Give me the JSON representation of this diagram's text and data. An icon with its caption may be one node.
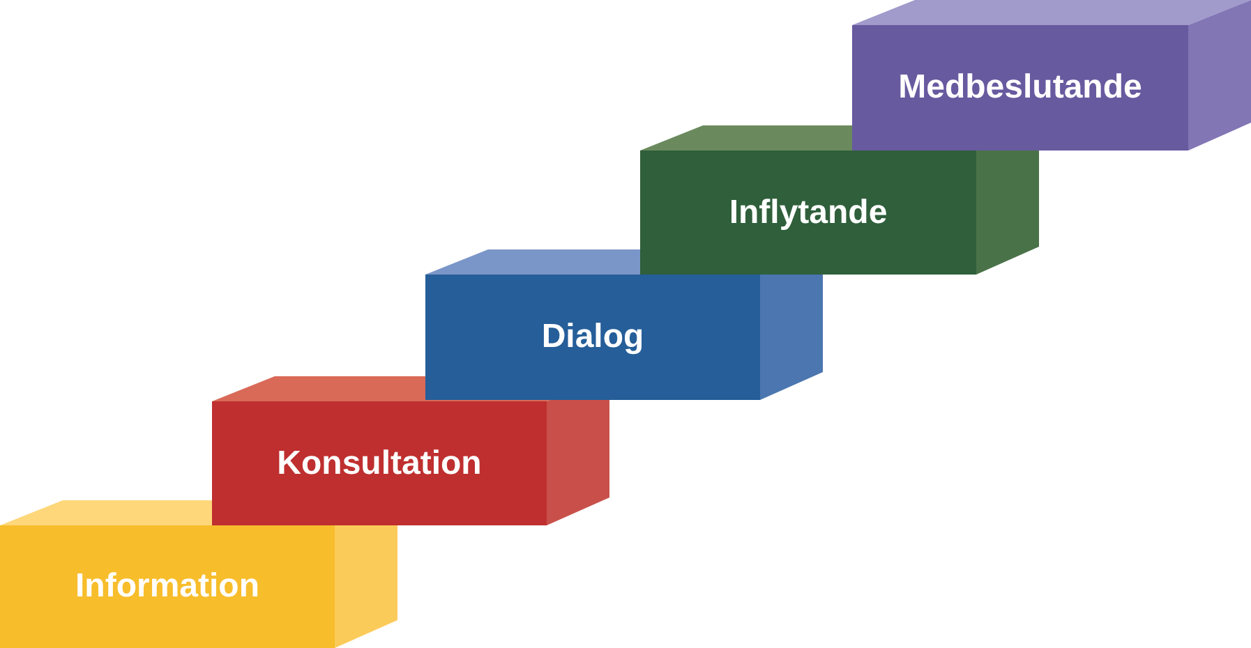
{
  "diagram": {
    "nodes": [
      {
        "text": [
          "Information"
        ]
      },
      {
        "text": [
          "Konsultation"
        ]
      },
      {
        "text": [
          "Dialog"
        ]
      },
      {
        "text": [
          "Inflytande"
        ]
      },
      {
        "text": [
          "Medbeslutande"
        ]
      }
    ]
  }
}
